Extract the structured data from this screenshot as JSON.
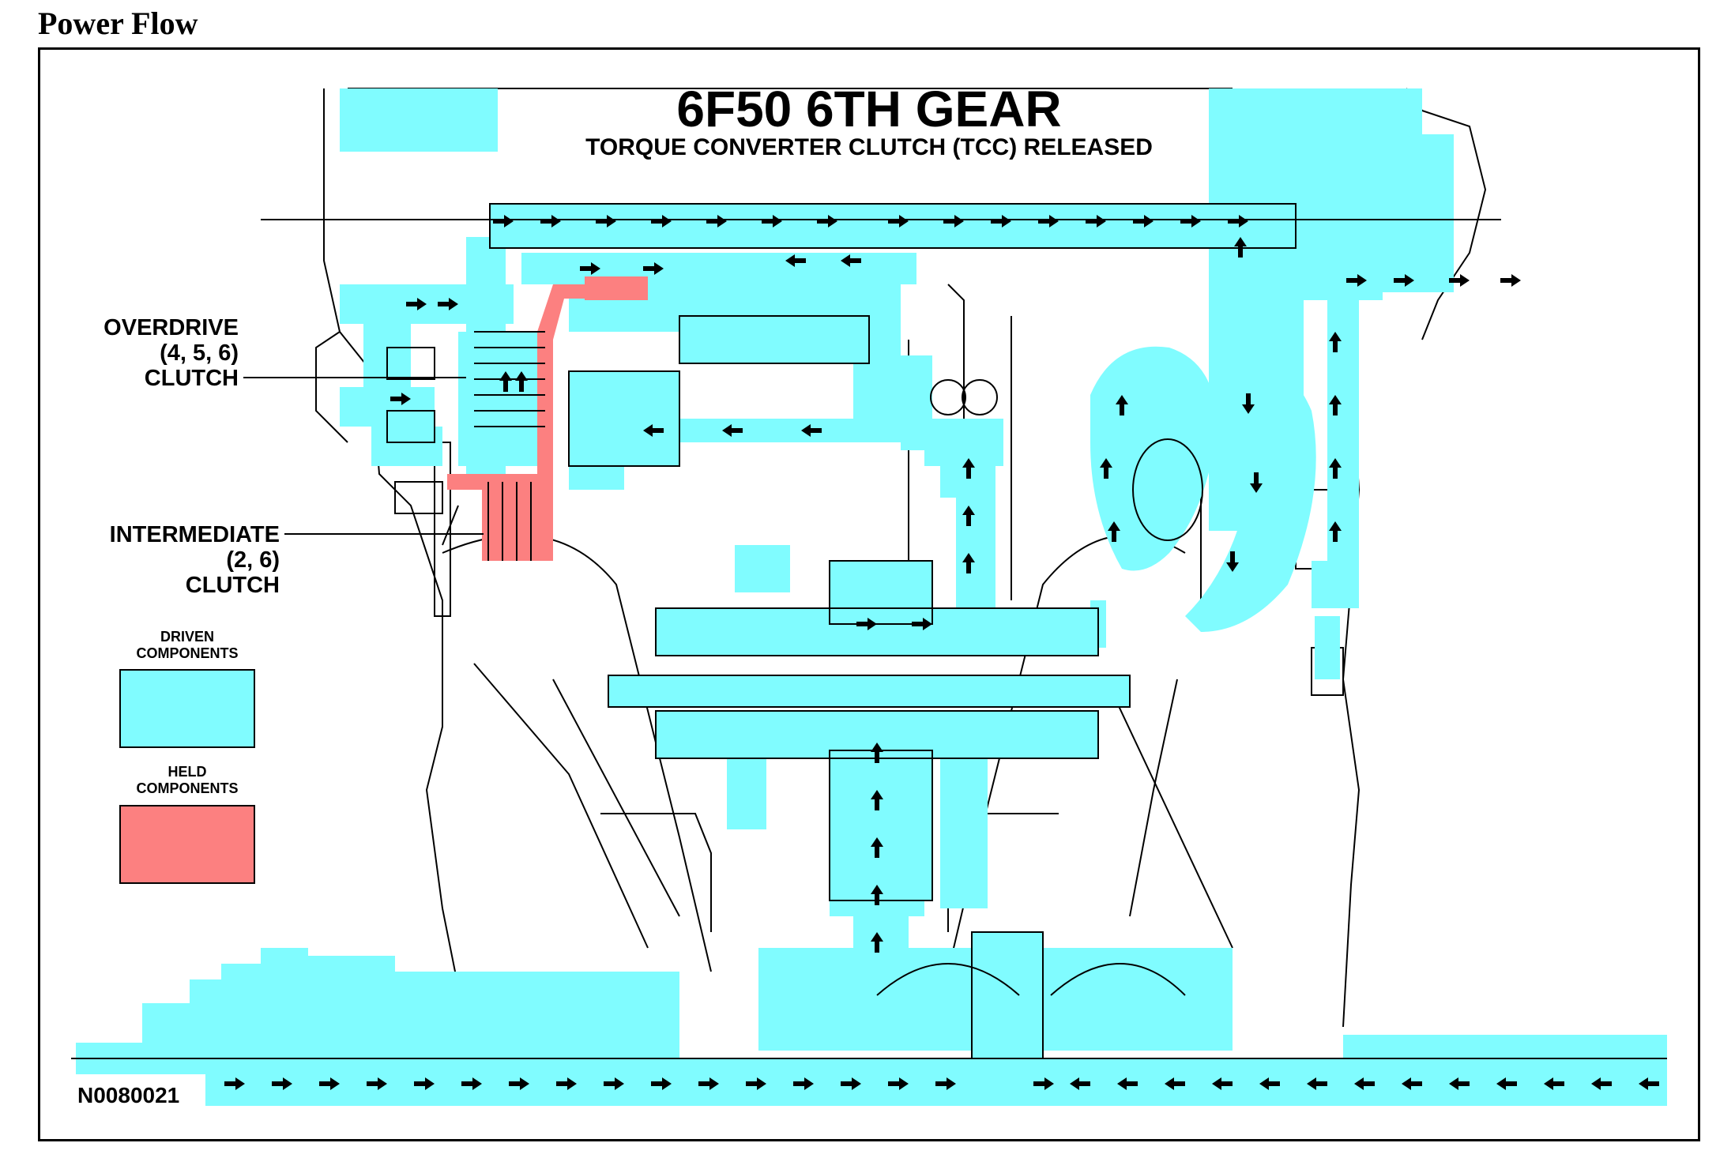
{
  "page_heading": "Power Flow",
  "diagram": {
    "title": "6F50 6TH GEAR",
    "subtitle": "TORQUE CONVERTER CLUTCH (TCC) RELEASED",
    "figure_id": "N0080021",
    "callouts": {
      "overdrive": [
        "OVERDRIVE",
        "(4, 5, 6)",
        "CLUTCH"
      ],
      "intermediate": [
        "INTERMEDIATE",
        "(2, 6)",
        "CLUTCH"
      ]
    },
    "legend": {
      "driven_label": [
        "DRIVEN",
        "COMPONENTS"
      ],
      "held_label": [
        "HELD",
        "COMPONENTS"
      ]
    },
    "colors": {
      "driven": "#80fcff",
      "held": "#fc8080",
      "outline": "#000000"
    }
  }
}
